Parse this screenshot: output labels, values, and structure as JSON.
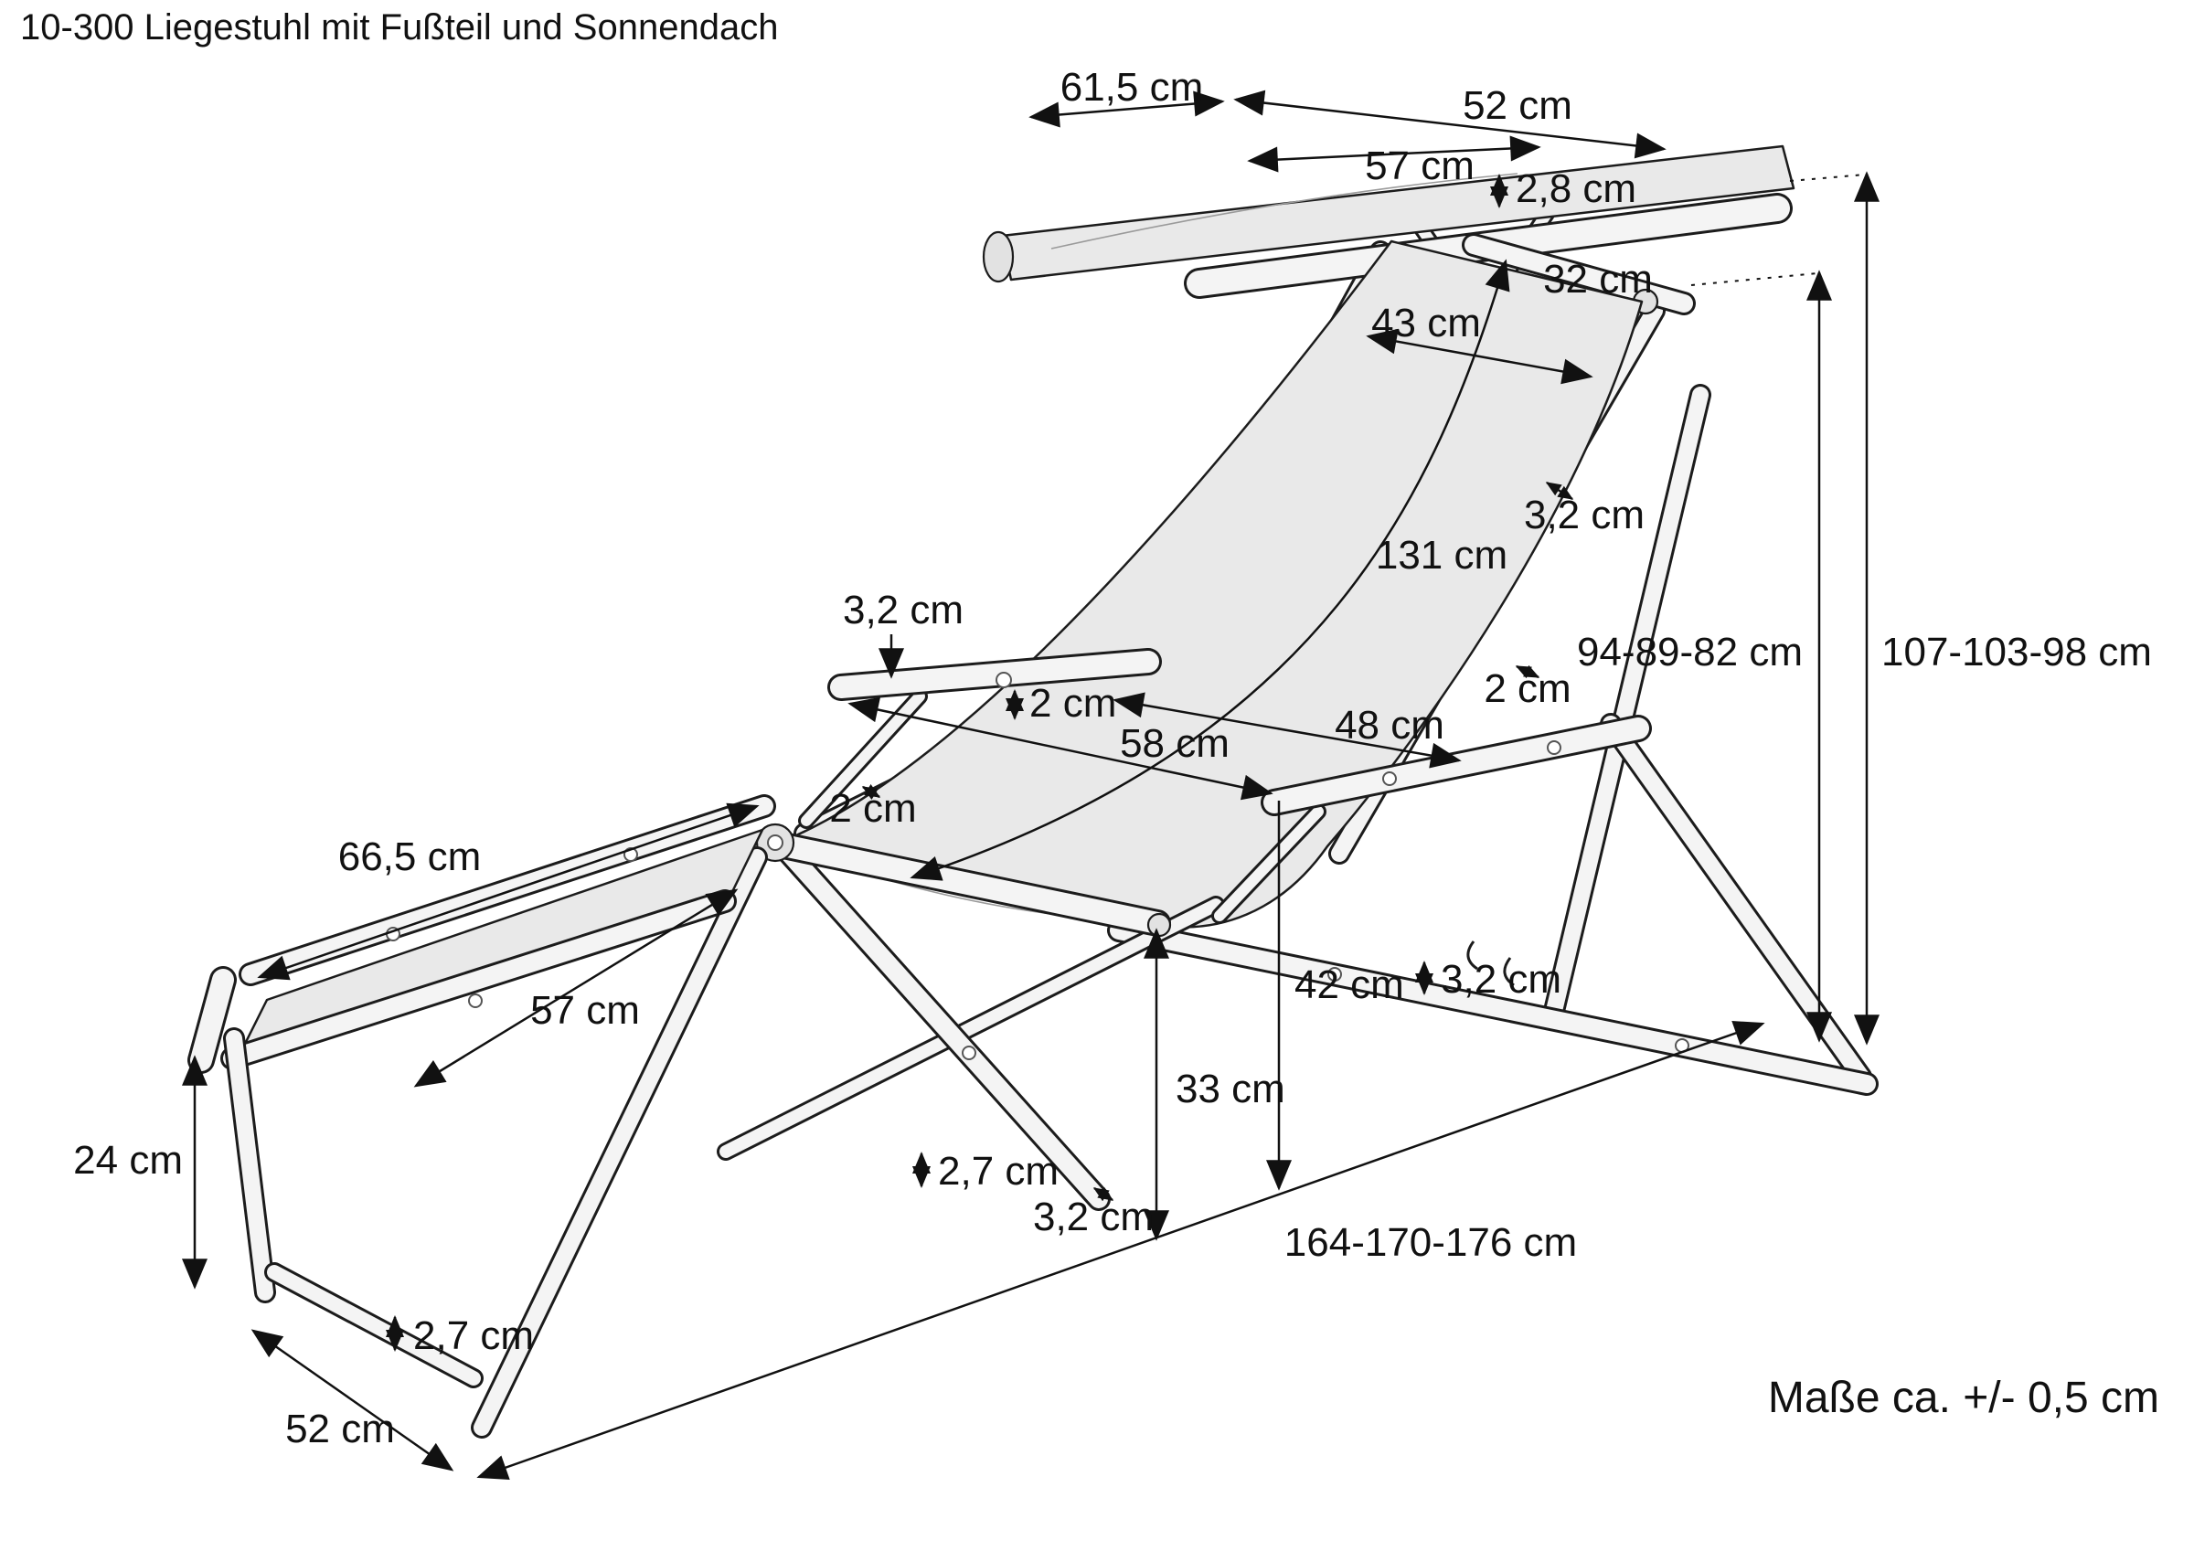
{
  "title": "10-300 Liegestuhl mit Fußteil und Sonnendach",
  "tolerance_note": "Maße ca. +/- 0,5 cm",
  "unit": "cm",
  "colors": {
    "line": "#1a1a1a",
    "fabric": "#e9e9e9",
    "frame_fill": "#f4f4f4",
    "background": "#ffffff",
    "text": "#111111"
  },
  "dims": {
    "canopy_rear_width": "61,5 cm",
    "canopy_front_width": "52 cm",
    "canopy_fabric_width": "57 cm",
    "canopy_bar_thickness": "2,8 cm",
    "backrest_top_bar": "32 cm",
    "backrest_fabric_width": "43 cm",
    "sling_length": "131 cm",
    "backrest_rail_width": "3,2 cm",
    "height_backrest_positions": "94-89-82 cm",
    "height_canopy_positions": "107-103-98 cm",
    "armrest_width": "3,2 cm",
    "armrest_thickness": "2 cm",
    "armrest_span": "58 cm",
    "seat_fabric_width": "48 cm",
    "backrest_edge_thickness": "2 cm",
    "footrest_length": "66,5 cm",
    "seat_edge_thickness": "2 cm",
    "footrest_fabric_width": "57 cm",
    "footrest_height": "24 cm",
    "seat_brace_thickness": "2,7 cm",
    "front_leg_width": "3,2 cm",
    "seat_front_height": "33 cm",
    "armrest_height": "42 cm",
    "base_rail_width": "3,2 cm",
    "total_length_positions": "164-170-176 cm",
    "footrest_rail_thickness": "2,7 cm",
    "footrest_leg_span": "52 cm"
  }
}
